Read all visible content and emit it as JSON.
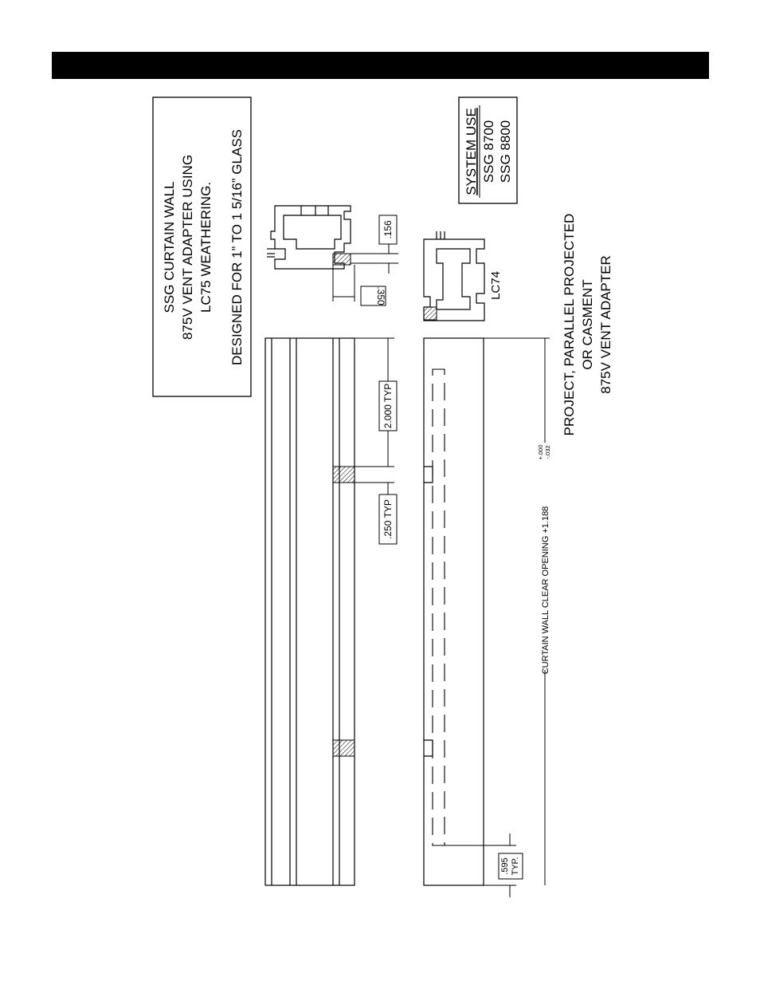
{
  "header_bar": {
    "color": "#000000"
  },
  "title_box": {
    "line1": "SSG  CURTAIN  WALL",
    "line2": "875V  VENT  ADAPTER  USING",
    "line3": "LC75  WEATHERING.",
    "line4": "DESIGNED  FOR  1”  TO  1  5/16”  GLASS"
  },
  "system_box": {
    "heading": "SYSTEM  USE",
    "item1": "SSG  8700",
    "item2": "SSG  8800"
  },
  "dimensions": {
    "d156": ".156",
    "d350": ".350",
    "d2000": "2.000  TYP",
    "d250": ".250  TYP",
    "d595_a": ".595",
    "d595_b": "TYP.",
    "overall": "CURTAIN  WALL  CLEAR  OPENING  +1.188",
    "tol_plus": "+.000",
    "tol_minus": "-.032"
  },
  "profile_label": "LC74",
  "caption": {
    "line1": "PROJECT, PARALLEL PROJECTED",
    "line2": "OR CASMENT",
    "line3": "875V VENT ADAPTER"
  }
}
